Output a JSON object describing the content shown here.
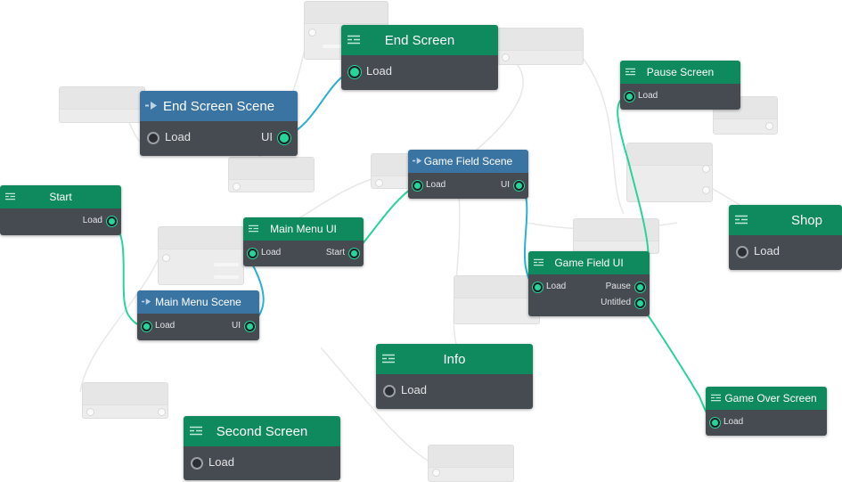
{
  "colors": {
    "node_header_green": "#0e8a5e",
    "node_header_blue": "#3a74a3",
    "node_body": "#464b52",
    "wire_scene": "#2ab0d2",
    "wire_ui": "#27d49a",
    "port_connected": "#27d49a",
    "ghost_node": "#ececec"
  },
  "nodes": {
    "end_screen": {
      "title": "End Screen",
      "icon": "ui-screen-icon",
      "ports": {
        "load": "Load"
      }
    },
    "end_screen_scene": {
      "title": "End Screen Scene",
      "icon": "scene-play-icon",
      "ports": {
        "load": "Load",
        "ui": "UI"
      }
    },
    "pause_screen": {
      "title": "Pause Screen",
      "icon": "ui-screen-icon",
      "ports": {
        "load": "Load"
      }
    },
    "start": {
      "title": "Start",
      "icon": "ui-screen-icon",
      "ports": {
        "load": "Load"
      }
    },
    "game_field_scene": {
      "title": "Game Field Scene",
      "icon": "scene-play-icon",
      "ports": {
        "load": "Load",
        "ui": "UI"
      }
    },
    "main_menu_ui": {
      "title": "Main Menu UI",
      "icon": "ui-screen-icon",
      "ports": {
        "load": "Load",
        "start": "Start"
      }
    },
    "shop": {
      "title": "Shop",
      "icon": "ui-screen-icon",
      "ports": {
        "load": "Load"
      }
    },
    "main_menu_scene": {
      "title": "Main Menu Scene",
      "icon": "scene-play-icon",
      "ports": {
        "load": "Load",
        "ui": "UI"
      }
    },
    "game_field_ui": {
      "title": "Game Field UI",
      "icon": "ui-screen-icon",
      "ports": {
        "load": "Load",
        "pause": "Pause",
        "untitled": "Untitled"
      }
    },
    "info": {
      "title": "Info",
      "icon": "ui-screen-icon",
      "ports": {
        "load": "Load"
      }
    },
    "game_over_screen": {
      "title": "Game Over Screen",
      "icon": "ui-screen-icon",
      "ports": {
        "load": "Load"
      }
    },
    "second_screen": {
      "title": "Second Screen",
      "icon": "ui-screen-icon",
      "ports": {
        "load": "Load"
      }
    }
  },
  "connections": [
    {
      "from": "start.load",
      "to": "main_menu_scene.load"
    },
    {
      "from": "main_menu_scene.ui",
      "to": "main_menu_ui.load"
    },
    {
      "from": "main_menu_ui.start",
      "to": "game_field_scene.load"
    },
    {
      "from": "game_field_scene.ui",
      "to": "game_field_ui.load"
    },
    {
      "from": "game_field_ui.pause",
      "to": "pause_screen.load"
    },
    {
      "from": "game_field_ui.untitled",
      "to": "game_over_screen.load"
    },
    {
      "from": "end_screen_scene.ui",
      "to": "end_screen.load"
    }
  ]
}
